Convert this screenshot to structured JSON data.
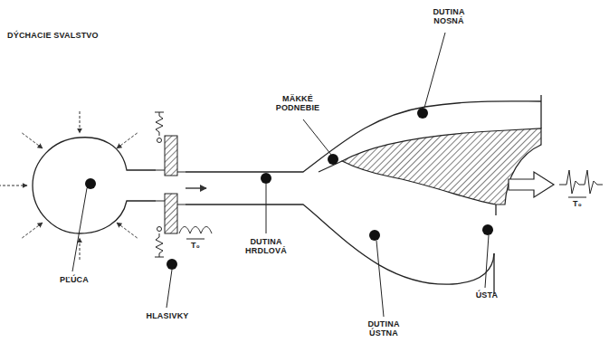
{
  "diagram": {
    "labels": [
      "DÝCHACIE SVALSTVO",
      "PĽÚCA",
      "HLASIVKY",
      "DUTINA HRDLOVÁ",
      "MÄKKÉ PODNEBIE",
      "DUTINA NOSNÁ",
      "DUTINA ÚSTNA",
      "ÚSTA",
      "T₀",
      "T₀"
    ]
  }
}
